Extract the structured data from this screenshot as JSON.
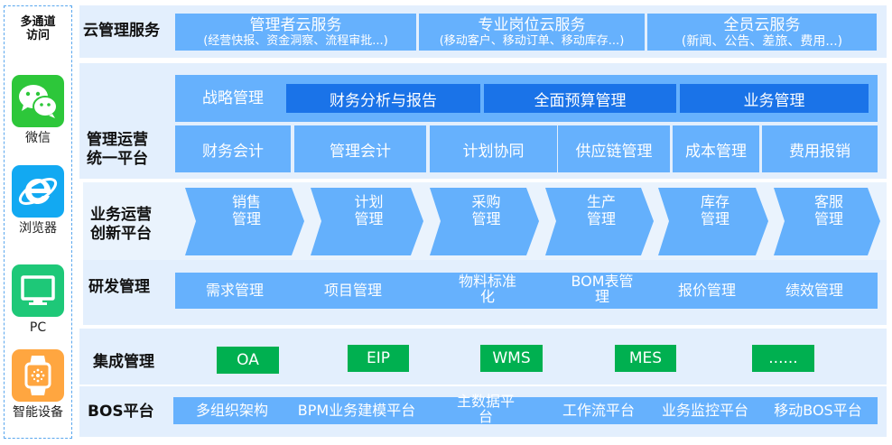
{
  "channels": {
    "title": "多通道\n访问",
    "title_line1": "多通道",
    "title_line2": "访问",
    "items": [
      {
        "label": "微信",
        "icon": "wechat-icon",
        "color": "#2dc73a"
      },
      {
        "label": "浏览器",
        "icon": "ie-browser-icon",
        "color": "#12a9f2"
      },
      {
        "label": "PC",
        "icon": "monitor-icon",
        "color": "#1ec878"
      },
      {
        "label": "智能设备",
        "icon": "smartwatch-icon",
        "color": "#ffa640"
      }
    ]
  },
  "layers": {
    "cloud": {
      "label": "云管理服务",
      "items": [
        {
          "title": "管理者云服务",
          "subtitle": "(经营快报、资金洞察、流程审批...)"
        },
        {
          "title": "专业岗位云服务",
          "subtitle": "(移动客户、移动订单、移动库存...)"
        },
        {
          "title": "全员云服务",
          "subtitle": "(新闻、公告、差旅、费用...)"
        }
      ]
    },
    "management": {
      "label_line1": "管理运营",
      "label_line2": "统一平台",
      "top_row": {
        "lead": "战略管理",
        "items": [
          "财务分析与报告",
          "全面预算管理",
          "业务管理"
        ]
      },
      "bottom_row": [
        "财务会计",
        "管理会计",
        "计划协同",
        "供应链管理",
        "成本管理",
        "费用报销"
      ]
    },
    "business": {
      "label_line1": "业务运营",
      "label_line2": "创新平台",
      "steps": [
        {
          "line1": "销售",
          "line2": "管理"
        },
        {
          "line1": "计划",
          "line2": "管理"
        },
        {
          "line1": "采购",
          "line2": "管理"
        },
        {
          "line1": "生产",
          "line2": "管理"
        },
        {
          "line1": "库存",
          "line2": "管理"
        },
        {
          "line1": "客服",
          "line2": "管理"
        }
      ]
    },
    "rnd": {
      "label": "研发管理",
      "items": [
        {
          "line1": "需求管理",
          "line2": ""
        },
        {
          "line1": "项目管理",
          "line2": ""
        },
        {
          "line1": "物料标准",
          "line2": "化"
        },
        {
          "line1": "BOM表管",
          "line2": "理"
        },
        {
          "line1": "报价管理",
          "line2": ""
        },
        {
          "line1": "绩效管理",
          "line2": ""
        }
      ]
    },
    "integration": {
      "label": "集成管理",
      "items": [
        "OA",
        "EIP",
        "WMS",
        "MES",
        "......"
      ]
    },
    "bos": {
      "label": "BOS平台",
      "items": [
        {
          "line1": "多组织架构",
          "line2": ""
        },
        {
          "line1": "BPM业务建模平台",
          "line2": ""
        },
        {
          "line1": "主数据平",
          "line2": "台"
        },
        {
          "line1": "工作流平台",
          "line2": ""
        },
        {
          "line1": "业务监控平台",
          "line2": ""
        },
        {
          "line1": "移动BOS平台",
          "line2": ""
        }
      ]
    }
  },
  "colors": {
    "row_bg": "#e3effd",
    "box_light": "#66b1fd",
    "box_dark": "#1a73e8",
    "integration_green": "#00b050",
    "channel_border": "#5aa7ee"
  }
}
